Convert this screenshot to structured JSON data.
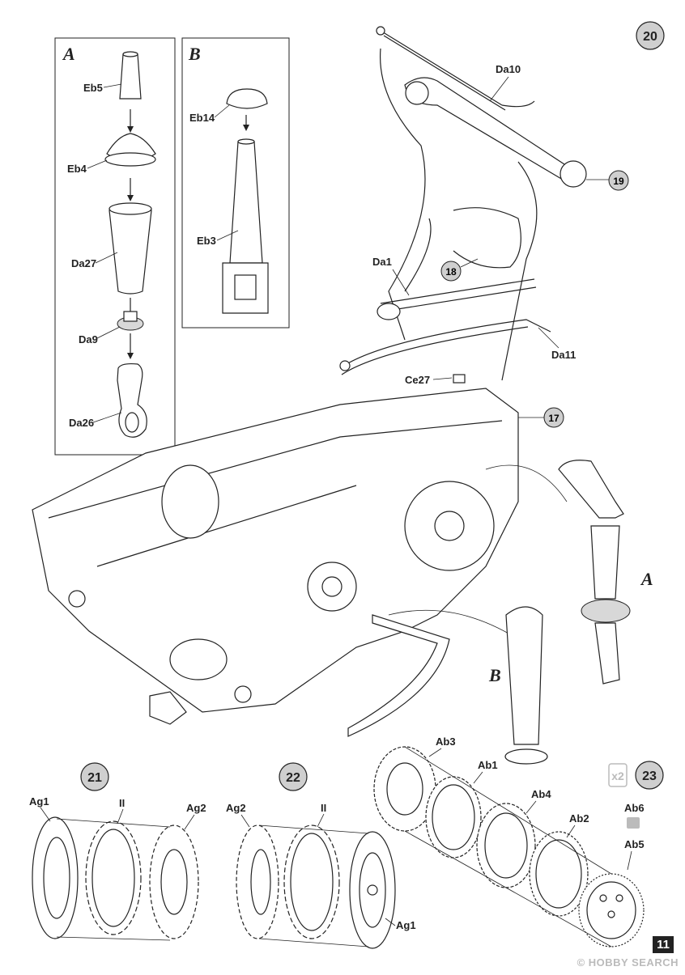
{
  "page": {
    "number": "11",
    "watermark": "© HOBBY SEARCH"
  },
  "steps": {
    "s20": "20",
    "s21": "21",
    "s22": "22",
    "s23": "23",
    "ref17": "17",
    "ref18": "18",
    "ref19": "19"
  },
  "multiplier": "x2",
  "insets": {
    "A": {
      "title": "A",
      "parts": [
        "Eb5",
        "Eb4",
        "Da27",
        "Da9",
        "Da26"
      ]
    },
    "B": {
      "title": "B",
      "parts": [
        "Eb14",
        "Eb3"
      ]
    }
  },
  "main_labels": {
    "Da10": "Da10",
    "Da1": "Da1",
    "Da11": "Da11",
    "Ce27": "Ce27",
    "A": "A",
    "B": "B"
  },
  "wheel21": {
    "left": "Ag1",
    "mid": "II",
    "right": "Ag2"
  },
  "wheel22": {
    "left": "Ag2",
    "mid": "II",
    "right": "Ag1"
  },
  "wheel23": {
    "parts": [
      "Ab3",
      "Ab1",
      "Ab4",
      "Ab2",
      "Ab6",
      "Ab5"
    ]
  }
}
